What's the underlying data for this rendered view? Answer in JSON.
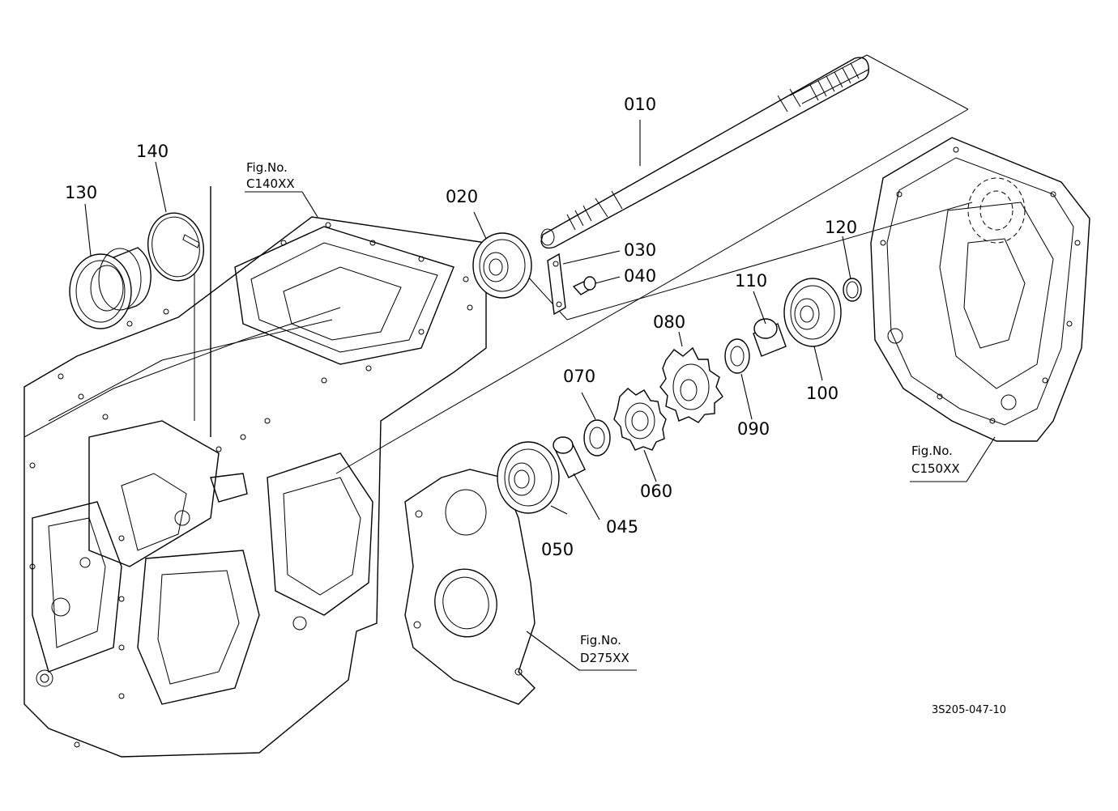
{
  "diagram": {
    "drawing_code": "3S205-047-10",
    "part_labels": {
      "p010": "010",
      "p020": "020",
      "p030": "030",
      "p040": "040",
      "p045": "045",
      "p050": "050",
      "p060": "060",
      "p070": "070",
      "p080": "080",
      "p090": "090",
      "p100": "100",
      "p110": "110",
      "p120": "120",
      "p130": "130",
      "p140": "140"
    },
    "figure_refs": {
      "c140": {
        "line1": "Fig.No.",
        "line2": "C140XX"
      },
      "c150": {
        "line1": "Fig.No.",
        "line2": "C150XX"
      },
      "d275": {
        "line1": "Fig.No.",
        "line2": "D275XX"
      }
    }
  }
}
